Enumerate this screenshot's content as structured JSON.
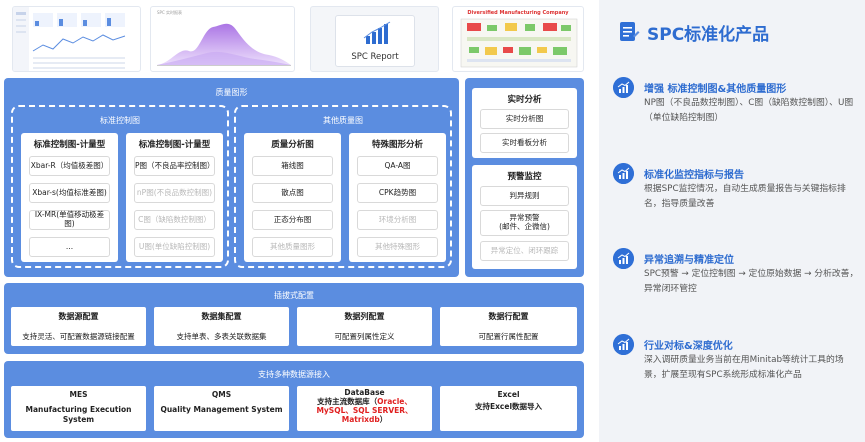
{
  "thumbnails": [
    {
      "caption": ""
    },
    {
      "caption": "SPC 实时报表"
    },
    {
      "caption": "",
      "label": "SPC Report"
    },
    {
      "caption": "",
      "title": "Diversified Manufacturing Company"
    }
  ],
  "graphs": {
    "title": "质量图形",
    "standard": {
      "title": "标准控制图",
      "metering": {
        "title": "标准控制图-计量型",
        "items": [
          "Xbar-R（均值极差图）",
          "Xbar-s(均值标准差图)",
          "IX-MR(单值移动极差图)",
          "..."
        ]
      },
      "counting": {
        "title": "标准控制图-计量型",
        "items": [
          "P图（不良品率控制图）",
          "nP图(不良品数控制图)",
          "C图（缺陷数控制图）",
          "U图(单位缺陷控制图)"
        ]
      }
    },
    "other": {
      "title": "其他质量图",
      "analysis": {
        "title": "质量分析图",
        "items": [
          "箱线图",
          "散点图",
          "正态分布图",
          "其他质量图形"
        ]
      },
      "special": {
        "title": "特殊图形分析",
        "items": [
          "QA-A图",
          "CPK趋势图",
          "环境分析图",
          "其他特殊图形"
        ]
      }
    }
  },
  "realtime": {
    "title": "实时分析",
    "items": [
      "实时分析图",
      "实时看板分析"
    ]
  },
  "warning": {
    "title": "预警监控",
    "items": [
      "判异规则",
      "异常预警\n(邮件、企微信)",
      "异常定位、闭环跟踪"
    ]
  },
  "config": {
    "title": "插拔式配置",
    "items": [
      {
        "title": "数据源配置",
        "desc": "支持灵活、可配置数据源链接配置"
      },
      {
        "title": "数据集配置",
        "desc": "支持单表、多表关联数据集"
      },
      {
        "title": "数据列配置",
        "desc": "可配置列属性定义"
      },
      {
        "title": "数据行配置",
        "desc": "可配置行属性配置"
      }
    ]
  },
  "sources": {
    "title": "支持多种数据源接入",
    "mes": {
      "l1": "MES",
      "l2": "Manufacturing Execution System"
    },
    "qms": {
      "l1": "QMS",
      "l2": "Quality Management System"
    },
    "db": {
      "l1": "DataBase",
      "l2": "支持主流数据库（",
      "l3": "Oracle、",
      "l4": "MySQL、SQL SERVER、",
      "l5": "Matrixdb",
      "l6": "）"
    },
    "excel": {
      "l1": "Excel",
      "l2": "支持Excel数据导入"
    }
  },
  "product": {
    "title": "SPC标准化产品",
    "features": [
      {
        "title": "增强 标准控制图&其他质量图形",
        "desc": "NP图（不良品数控制图）、C图（缺陷数控制图）、U图（单位缺陷控制图）"
      },
      {
        "title": "标准化监控指标与报告",
        "desc": "根据SPC监控情况，自动生成质量报告与关键指标排名，指导质量改善"
      },
      {
        "title": "异常追溯与精准定位",
        "desc": "SPC预警 → 定位控制图 → 定位原始数据 → 分析改善，异常闭环管控"
      },
      {
        "title": "行业对标&深度优化",
        "desc": "深入调研质量业务当前在用Minitab等统计工具的场景，扩展至现有SPC系统形成标准化产品"
      }
    ]
  },
  "colors": {
    "panel": "#5b8de0",
    "accent": "#2e6cd0",
    "red": "#e02020"
  }
}
